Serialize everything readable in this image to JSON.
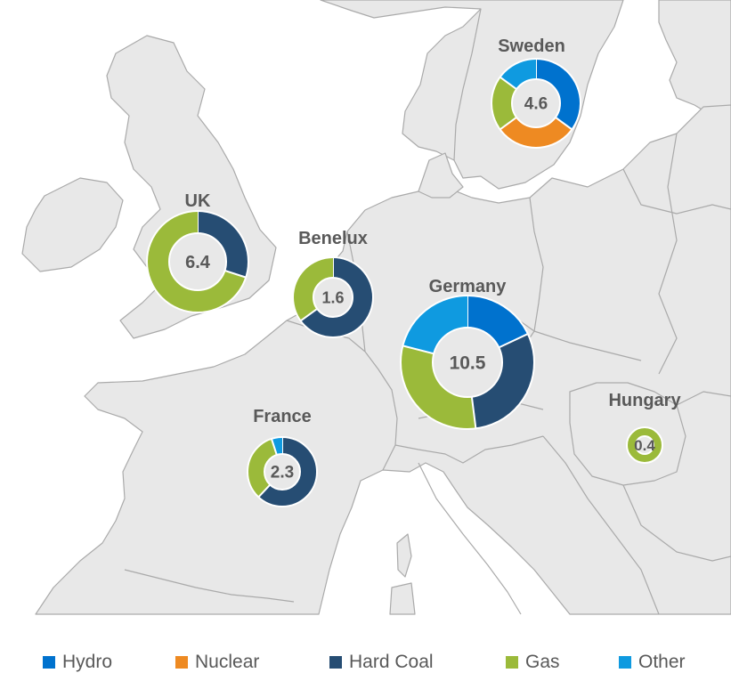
{
  "colors": {
    "sea": "#ffffff",
    "land": "#e8e8e8",
    "border": "#aaaaaa",
    "hole": "#e8e8e8"
  },
  "legend": [
    {
      "label": "Hydro",
      "color": "#0072ce"
    },
    {
      "label": "Nuclear",
      "color": "#ee8a22"
    },
    {
      "label": "Hard Coal",
      "color": "#264d73"
    },
    {
      "label": "Gas",
      "color": "#9bba3a"
    },
    {
      "label": "Other",
      "color": "#0f9ae0"
    }
  ],
  "countries": [
    {
      "key": "sweden",
      "name": "Sweden",
      "total": "4.6",
      "total_value": 4.6,
      "shares": {
        "Hydro": 0.35,
        "Nuclear": 0.3,
        "Hard Coal": 0,
        "Gas": 0.2,
        "Other": 0.15
      }
    },
    {
      "key": "uk",
      "name": "UK",
      "total": "6.4",
      "total_value": 6.4,
      "shares": {
        "Hydro": 0,
        "Nuclear": 0,
        "Hard Coal": 0.3,
        "Gas": 0.7,
        "Other": 0
      }
    },
    {
      "key": "benelux",
      "name": "Benelux",
      "total": "1.6",
      "total_value": 1.6,
      "shares": {
        "Hydro": 0,
        "Nuclear": 0,
        "Hard Coal": 0.65,
        "Gas": 0.35,
        "Other": 0
      }
    },
    {
      "key": "germany",
      "name": "Germany",
      "total": "10.5",
      "total_value": 10.5,
      "shares": {
        "Hydro": 0.18,
        "Nuclear": 0,
        "Hard Coal": 0.3,
        "Gas": 0.31,
        "Other": 0.21
      }
    },
    {
      "key": "france",
      "name": "France",
      "total": "2.3",
      "total_value": 2.3,
      "shares": {
        "Hydro": 0,
        "Nuclear": 0,
        "Hard Coal": 0.62,
        "Gas": 0.33,
        "Other": 0.05
      }
    },
    {
      "key": "hungary",
      "name": "Hungary",
      "total": "0.4",
      "total_value": 0.4,
      "shares": {
        "Hydro": 0,
        "Nuclear": 0,
        "Hard Coal": 0,
        "Gas": 1.0,
        "Other": 0
      }
    }
  ]
}
